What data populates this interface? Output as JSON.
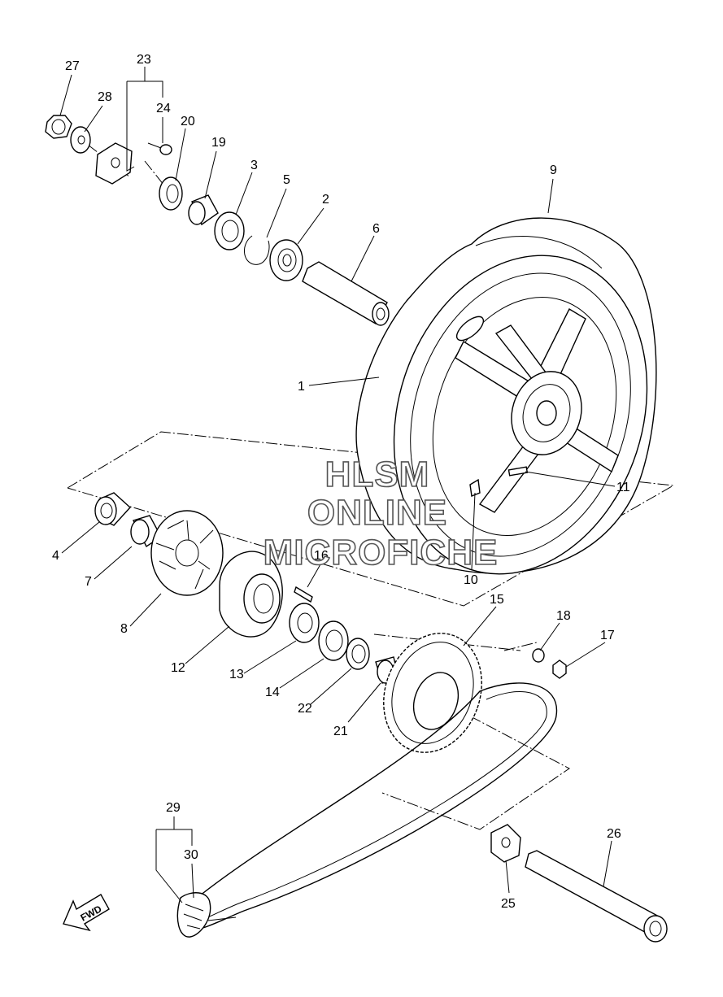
{
  "callouts": [
    {
      "id": "27",
      "text": "27"
    },
    {
      "id": "23",
      "text": "23"
    },
    {
      "id": "28",
      "text": "28"
    },
    {
      "id": "24",
      "text": "24"
    },
    {
      "id": "20",
      "text": "20"
    },
    {
      "id": "19",
      "text": "19"
    },
    {
      "id": "3",
      "text": "3"
    },
    {
      "id": "5",
      "text": "5"
    },
    {
      "id": "2",
      "text": "2"
    },
    {
      "id": "6",
      "text": "6"
    },
    {
      "id": "9",
      "text": "9"
    },
    {
      "id": "1",
      "text": "1"
    },
    {
      "id": "11",
      "text": "11"
    },
    {
      "id": "10",
      "text": "10"
    },
    {
      "id": "16",
      "text": "16"
    },
    {
      "id": "4",
      "text": "4"
    },
    {
      "id": "7",
      "text": "7"
    },
    {
      "id": "8",
      "text": "8"
    },
    {
      "id": "12",
      "text": "12"
    },
    {
      "id": "13",
      "text": "13"
    },
    {
      "id": "14",
      "text": "14"
    },
    {
      "id": "22",
      "text": "22"
    },
    {
      "id": "21",
      "text": "21"
    },
    {
      "id": "15",
      "text": "15"
    },
    {
      "id": "18",
      "text": "18"
    },
    {
      "id": "17",
      "text": "17"
    },
    {
      "id": "29",
      "text": "29"
    },
    {
      "id": "30",
      "text": "30"
    },
    {
      "id": "26",
      "text": "26"
    },
    {
      "id": "25",
      "text": "25"
    }
  ],
  "watermark": {
    "line1": "HLSM",
    "line2": "ONLINE",
    "line3": "MICROFICHE"
  },
  "fwd_arrow": {
    "text": "FWD"
  },
  "colors": {
    "ink": "#000000",
    "paper": "#ffffff",
    "watermark_outline": "#555555"
  }
}
